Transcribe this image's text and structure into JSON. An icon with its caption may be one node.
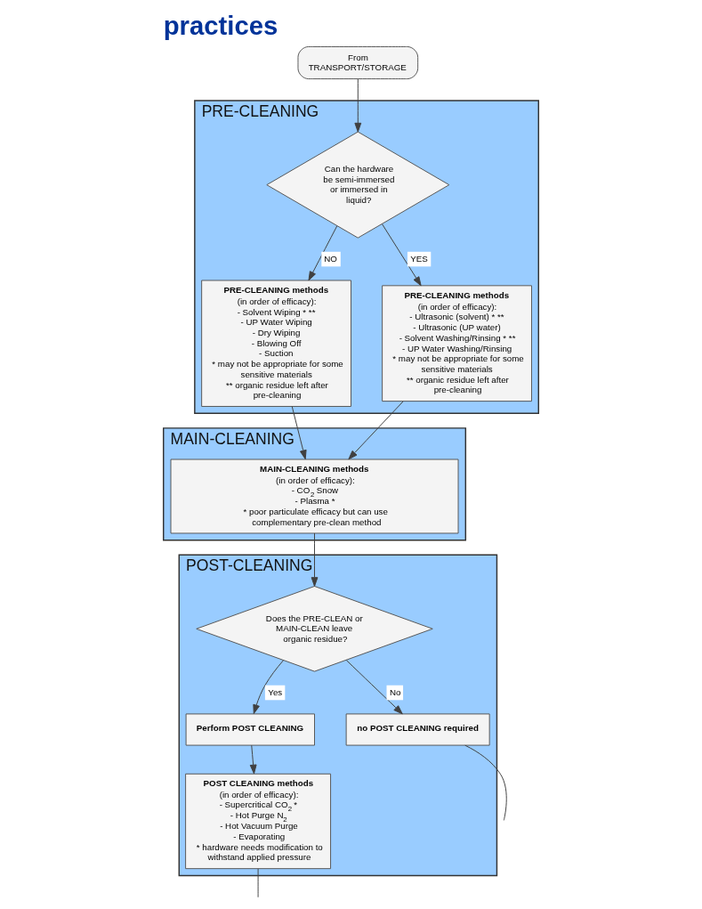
{
  "diagram": {
    "title": "practices",
    "nodes": [
      {
        "text": [
          "From TRANSPORT/STORAGE"
        ]
      },
      {
        "text": [
          "PRE-CLEANING"
        ]
      },
      {
        "text": [
          "Can the hardware be semi-immersed or immersed in liquid?"
        ],
        "in": 1
      },
      {
        "text": [
          "PRE-CLEANING methods",
          "(in order of efficacy):",
          "- Solvent Wiping * **",
          "- UP Water Wiping",
          "- Dry Wiping",
          "- Blowing Off",
          "- Suction",
          "* may not be appropriate for some sensitive materials",
          "** organic residue left after pre-cleaning"
        ],
        "in": 1
      },
      {
        "text": [
          "PRE-CLEANING methods",
          "(in order of efficacy):",
          "- Ultrasonic (solvent) * **",
          "- Ultrasonic (UP water)",
          "- Solvent Washing/Rinsing * **",
          "- UP Water Washing/Rinsing",
          "* may not be appropriate for some sensitive materials",
          "** organic residue left after pre-cleaning"
        ],
        "in": 1
      },
      {
        "text": [
          "MAIN-CLEANING"
        ]
      },
      {
        "text": [
          "MAIN-CLEANING methods",
          "(in order of efficacy):",
          "- CO$_{2}$ Snow",
          "- Plasma *",
          "* poor particulate efficacy but can use complementary pre-clean method"
        ],
        "in": 5
      },
      {
        "text": [
          "POST-CLEANING"
        ]
      },
      {
        "text": [
          "Does the PRE-CLEAN or MAIN-CLEAN leave organic residue?"
        ],
        "in": 7
      },
      {
        "text": [
          "Perform POST CLEANING"
        ],
        "in": 7
      },
      {
        "text": [
          "no POST CLEANING required"
        ],
        "in": 7
      },
      {
        "text": [
          "POST CLEANING methods",
          "(in order of efficacy):",
          "- Supercritical CO$_{2}$ *",
          "- Hot Purge N$_{2}$",
          "- Hot Vacuum Purge",
          "- Evaporating",
          "* hardware needs modification to withstand applied pressure"
        ],
        "in": 7
      }
    ],
    "edges": [
      {
        "from": 0,
        "to": 2,
        "arrow": "to"
      },
      {
        "from": 2,
        "to": 3,
        "label": "NO",
        "arrow": "to"
      },
      {
        "from": 2,
        "to": 4,
        "label": "YES",
        "arrow": "to"
      },
      {
        "from": 3,
        "to": 6,
        "arrow": "to"
      },
      {
        "from": 4,
        "to": 6,
        "arrow": "to"
      },
      {
        "from": 6,
        "to": 8,
        "arrow": "to"
      },
      {
        "from": 8,
        "to": 9,
        "label": "Yes",
        "arrow": "to"
      },
      {
        "from": 9,
        "to": 11,
        "arrow": "to"
      },
      {
        "from": 8,
        "to": 10,
        "label": "No",
        "arrow": "to"
      },
      {
        "from": 10,
        "to": null,
        "arrow": "none"
      },
      {
        "from": 11,
        "to": null,
        "arrow": "none"
      }
    ]
  }
}
